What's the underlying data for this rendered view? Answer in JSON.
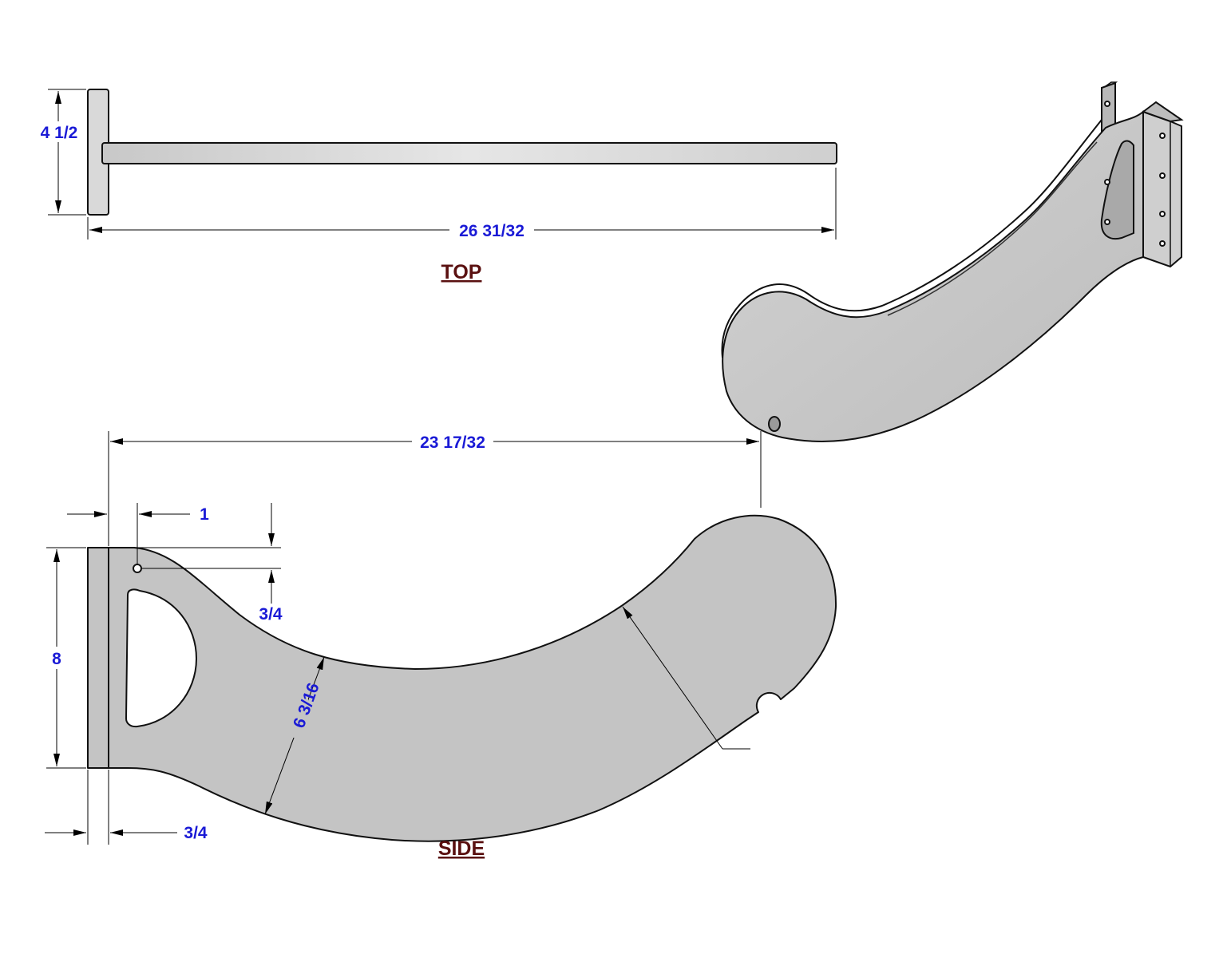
{
  "top_view": {
    "label": "TOP",
    "dim_plate_width": "4 1/2",
    "dim_total_length": "26 31/32"
  },
  "side_view": {
    "label": "SIDE",
    "dim_arm_reach": "23 17/32",
    "dim_hole_offset": "1",
    "dim_hole_drop": "3/4",
    "dim_height": "8",
    "dim_plate_thickness": "3/4",
    "dim_arm_width": "6 3/16"
  },
  "colors": {
    "part_fill": "#c4c4c4",
    "dimension_text": "#1a1ad6",
    "view_label": "#5a1010"
  }
}
